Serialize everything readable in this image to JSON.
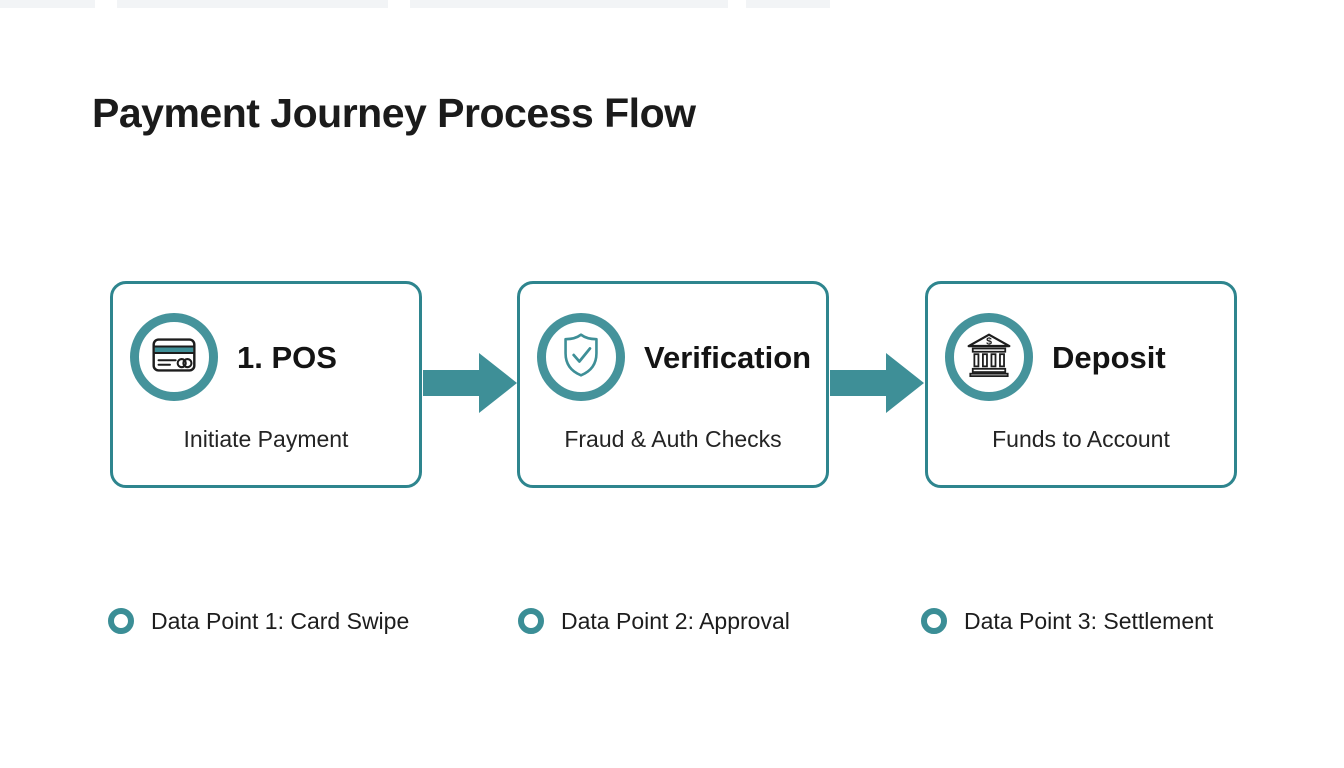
{
  "page": {
    "title": "Payment Journey Process Flow"
  },
  "colors": {
    "teal_primary": "#3e8f97",
    "teal_box_border": "#2e858e",
    "teal_ring": "#45939b",
    "text_dark": "#1b1b1b",
    "background": "#ffffff"
  },
  "flow": {
    "steps": [
      {
        "title": "1. POS",
        "subtitle": "Initiate Payment",
        "icon": "credit-card-icon"
      },
      {
        "title": "Verification",
        "subtitle": "Fraud & Auth Checks",
        "icon": "shield-check-icon"
      },
      {
        "title": "Deposit",
        "subtitle": "Funds to Account",
        "icon": "bank-icon"
      }
    ],
    "connector_icon": "arrow-right-icon"
  },
  "legend": {
    "items": [
      {
        "label": "Data Point 1: Card Swipe"
      },
      {
        "label": "Data Point 2: Approval"
      },
      {
        "label": "Data Point 3: Settlement"
      }
    ]
  }
}
